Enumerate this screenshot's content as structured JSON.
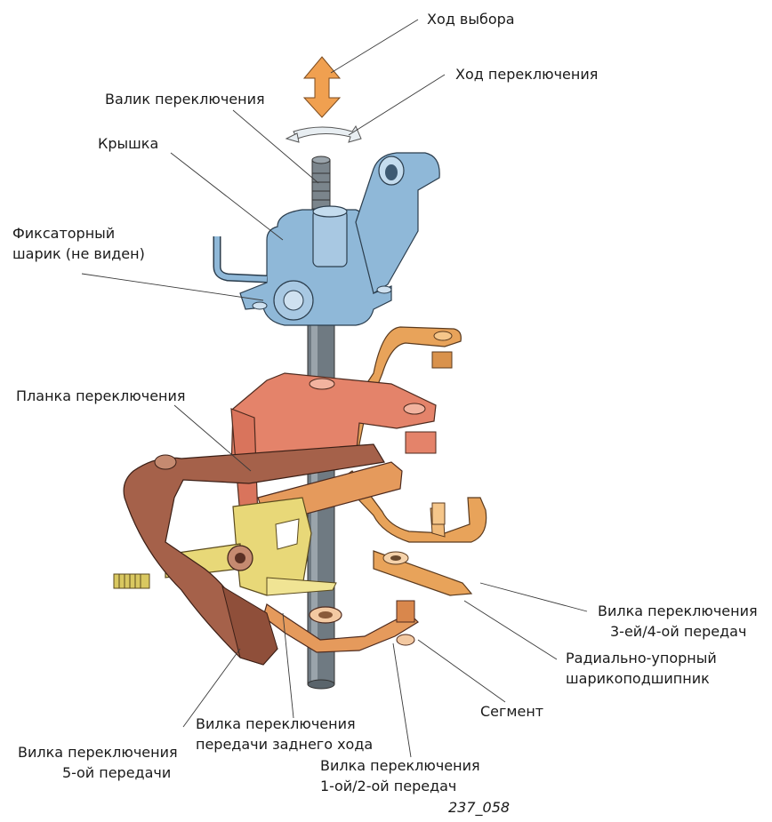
{
  "labels": {
    "selection_travel": "Ход выбора",
    "shift_travel": "Ход переключения",
    "shift_shaft": "Валик переключения",
    "cover": "Крышка",
    "detent_ball_line1": "Фиксаторный",
    "detent_ball_line2": "шарик (не виден)",
    "shift_plate": "Планка переключения",
    "fork_34_line1": "Вилка переключения",
    "fork_34_line2": "3-ей/4-ой передач",
    "bearing_line1": "Радиально-упорный",
    "bearing_line2": "шарикоподшипник",
    "segment": "Сегмент",
    "fork_reverse_line1": "Вилка переключения",
    "fork_reverse_line2": "передачи заднего хода",
    "fork_12_line1": "Вилка переключения",
    "fork_12_line2": "1-ой/2-ой передач",
    "fork_5_line1": "Вилка переключения",
    "fork_5_line2": "5-ой передачи",
    "figure_code": "237_058"
  },
  "colors": {
    "cover_blue": "#8fb8d8",
    "fork_34_orange": "#e8a35a",
    "fork_12_orange": "#e59a5c",
    "plate_salmon": "#e4836a",
    "fork_5_brown": "#a5614a",
    "reverse_yellow": "#e8d878",
    "shaft_gray": "#6f7a82",
    "arrow_orange": "#f0a050"
  }
}
